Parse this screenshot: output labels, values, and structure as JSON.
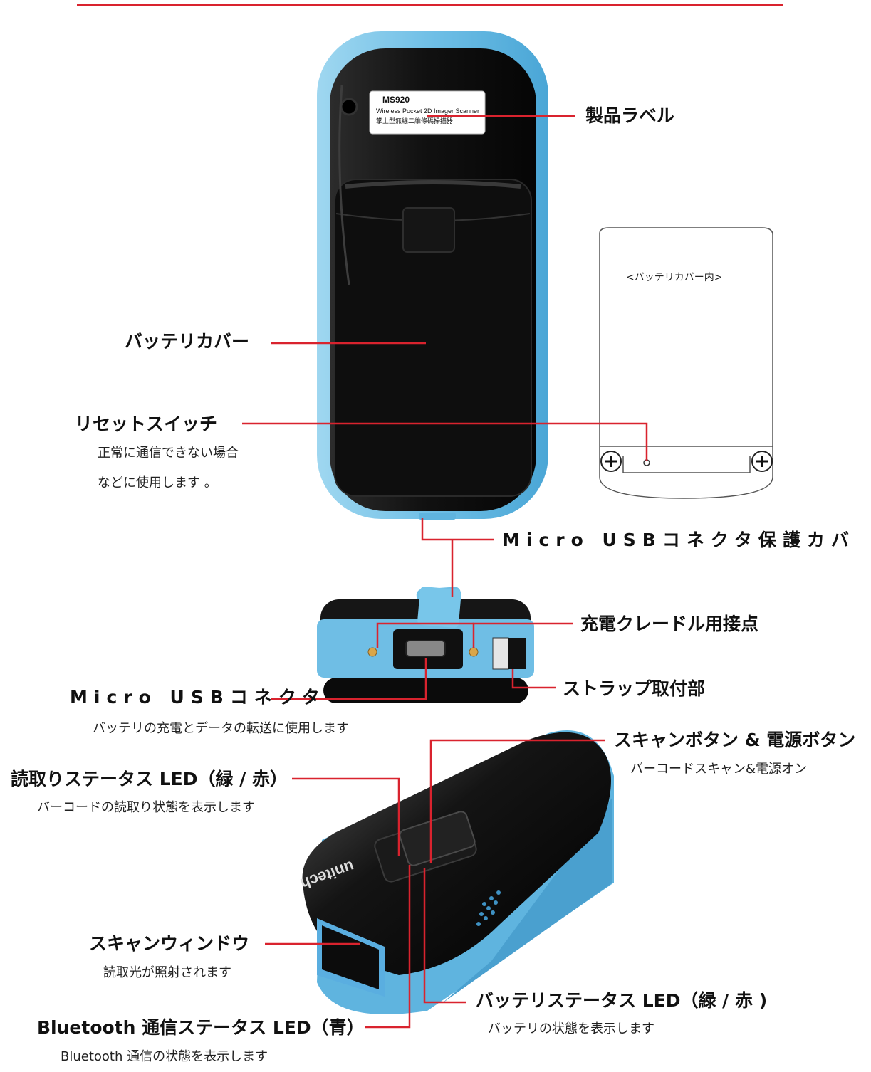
{
  "labels": {
    "product_label": "製品ラベル",
    "battery_cover": "バッテリカバー",
    "reset_switch": "リセットスイッチ",
    "reset_desc_1": "正常に通信できない場合",
    "reset_desc_2": "などに使用します 。",
    "usb_cover": "Micro USBコネクタ保護カバ",
    "charge_contacts": "充電クレードル用接点",
    "strap": "ストラップ取付部",
    "usb_connector": "Micro USBコネクタ",
    "usb_desc": "バッテリの充電とデータの転送に使用します",
    "scan_button": "スキャンボタン & 電源ボタン",
    "scan_button_desc": "バーコードスキャン&電源オン",
    "read_led": "読取りステータス LED（緑 / 赤）",
    "read_led_desc": "バーコードの読取り状態を表示します",
    "scan_window": "スキャンウィンドウ",
    "scan_window_desc": "読取光が照射されます",
    "battery_led": "バッテリステータス LED（緑 / 赤 )",
    "battery_led_desc": "バッテリの状態を表示します",
    "bt_led": "Bluetooth 通信ステータス LED（青）",
    "bt_led_desc": "Bluetooth 通信の状態を表示します"
  },
  "inset": {
    "caption": "<バッテリカバー内>"
  },
  "device_label": {
    "model": "MS920",
    "line1": "Wireless Pocket 2D Imager Scanner",
    "line2": "掌上型無線二維條碼掃描器"
  },
  "brand": "unitech",
  "colors": {
    "accent": "#d9232e",
    "body_blue": "#7cc8ea",
    "body_black": "#0d0d0d"
  }
}
